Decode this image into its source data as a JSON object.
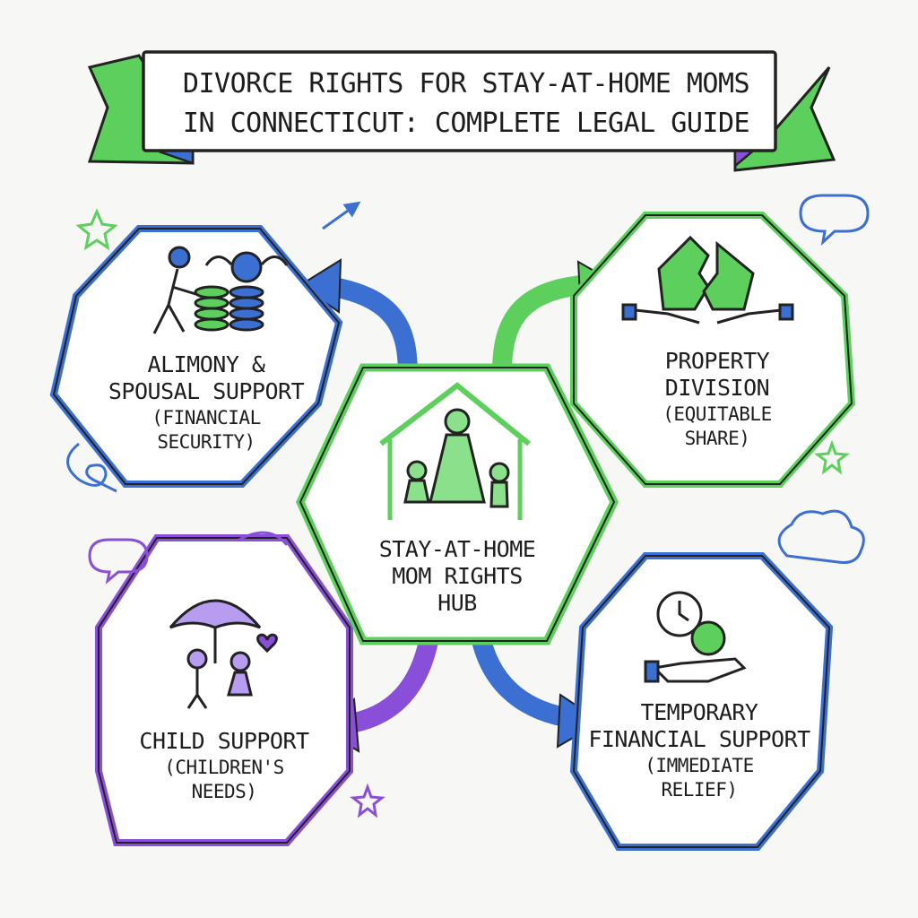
{
  "title": {
    "line1": "Divorce Rights for Stay-at-Home Moms",
    "line2": "in Connecticut: Complete Legal Guide"
  },
  "hub": {
    "label_line1": "Stay-at-Home",
    "label_line2": "Mom Rights",
    "label_line3": "Hub",
    "icon": "family-house-icon"
  },
  "nodes": [
    {
      "id": "alimony",
      "title_line1": "Alimony &",
      "title_line2": "Spousal Support",
      "subtitle_line1": "(Financial",
      "subtitle_line2": "Security)",
      "icon": "coins-person-icon",
      "color": "#3b6fd1"
    },
    {
      "id": "property",
      "title_line1": "Property",
      "title_line2": "Division",
      "subtitle_line1": "(Equitable",
      "subtitle_line2": "Share)",
      "icon": "split-house-icon",
      "color": "#5ccf5c"
    },
    {
      "id": "child",
      "title_line1": "Child Support",
      "title_line2": "",
      "subtitle_line1": "(Children's",
      "subtitle_line2": "Needs)",
      "icon": "umbrella-family-icon",
      "color": "#8a4fd8"
    },
    {
      "id": "temporary",
      "title_line1": "Temporary",
      "title_line2": "Financial Support",
      "subtitle_line1": "(Immediate",
      "subtitle_line2": "Relief)",
      "icon": "clock-money-hand-icon",
      "color": "#3b6fd1"
    }
  ],
  "colors": {
    "blue": "#3b6fd1",
    "green": "#5ccf5c",
    "purple": "#8a4fd8",
    "ink": "#1d1d1d"
  }
}
